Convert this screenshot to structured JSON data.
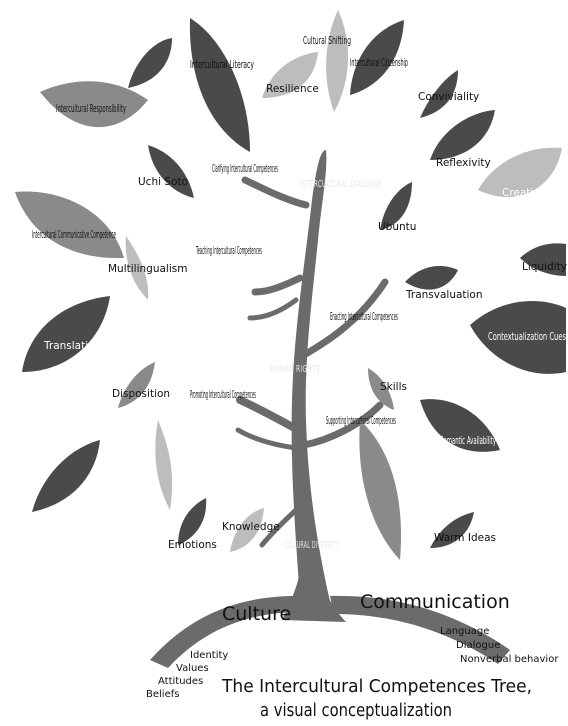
{
  "colors": {
    "dark": "#4a4a4a",
    "mid": "#8a8a8a",
    "light": "#bdbdbd",
    "trunk": "#6b6b6b"
  },
  "leaves": {
    "intercultural_literacy": "Intercultural Literacy",
    "resilience": "Resilience",
    "cultural_shifting": "Cultural Shifting",
    "intercultural_citizenship": "Intercultural Citizenship",
    "conviviality": "Conviviality",
    "intercultural_responsibility": "Intercultural Responsibility",
    "reflexivity": "Reflexivity",
    "creativity": "Creativity",
    "uchi_soto": "Uchi Soto",
    "ubuntu": "Ubuntu",
    "intercultural_communicative_competence": "Intercultural Communicative Competence",
    "multilingualism": "Multilingualism",
    "liquidity": "Liquidity",
    "transvaluation": "Transvaluation",
    "translation": "Translation",
    "contextualization_cues": "Contextualization Cues",
    "disposition": "Disposition",
    "skills": "Skills",
    "semantic_availability": "Semantic Availability",
    "emotions": "Emotions",
    "knowledge": "Knowledge",
    "warm_ideas": "Warm Ideas"
  },
  "branches": {
    "clarifying": "Clarifying Intercultural Competences",
    "teaching": "Teaching Intercultural Competences",
    "enacting": "Enacting Intercultural Competences",
    "promoting": "Promoting Intercultural Competences",
    "supporting": "Supporting Intercultural Competences"
  },
  "trunk": {
    "dialogue": "INTERCULTURAL DIALOGUE",
    "human_rights": "HUMAN RIGHTS",
    "diversity": "CULTURAL DIVERSITY"
  },
  "roots": {
    "culture": "Culture",
    "communication": "Communication",
    "culture_items": [
      "Identity",
      "Values",
      "Attitudes",
      "Beliefs"
    ],
    "communication_items": [
      "Language",
      "Dialogue",
      "Nonverbal behavior"
    ]
  },
  "caption": {
    "line1": "The Intercultural Competences Tree,",
    "line2": "a visual conceptualization"
  }
}
